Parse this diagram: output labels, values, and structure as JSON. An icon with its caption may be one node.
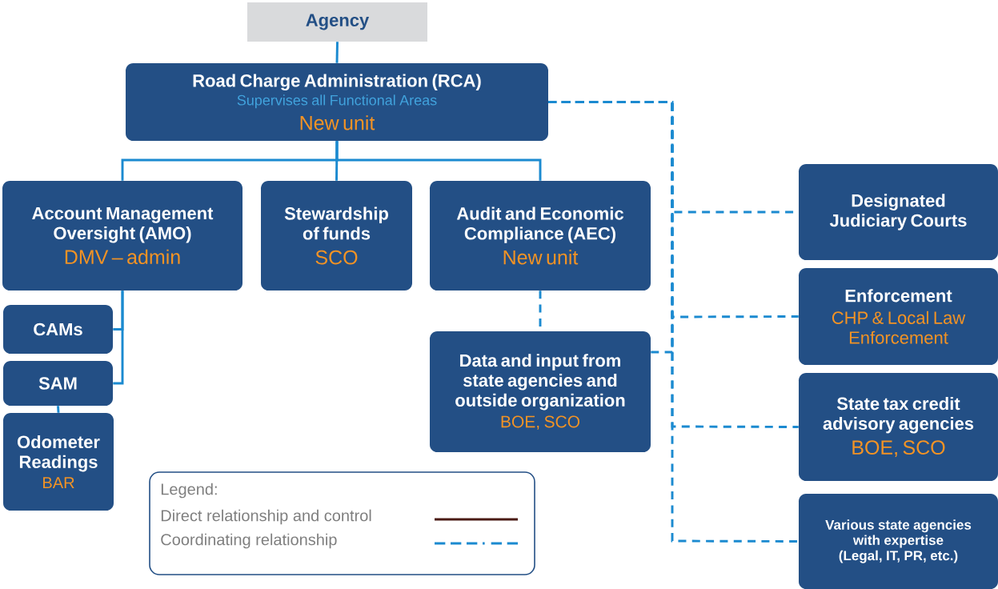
{
  "diagram": {
    "nodes": [
      {
        "text": [
          "Agency"
        ]
      },
      {
        "text": [
          "Road Charge Administration (RCA)",
          "Supervises all Functional Areas",
          "New unit"
        ]
      },
      {
        "text": [
          "Account Management Oversight (AMO)",
          "DMV – admin"
        ]
      },
      {
        "text": [
          "Stewardship of funds",
          "SCO"
        ]
      },
      {
        "text": [
          "Audit and Economic Compliance (AEC)",
          "New unit"
        ]
      },
      {
        "text": [
          "CAMs"
        ]
      },
      {
        "text": [
          "SAM"
        ]
      },
      {
        "text": [
          "Odometer Readings",
          "BAR"
        ]
      },
      {
        "text": [
          "Data and input from state agencies and outside organization",
          "BOE, SCO"
        ]
      },
      {
        "text": [
          "Designated Judiciary Courts"
        ]
      },
      {
        "text": [
          "Enforcement",
          "CHP & Local Law Enforcement"
        ]
      },
      {
        "text": [
          "State tax credit advisory agencies",
          "BOE, SCO"
        ]
      },
      {
        "text": [
          "Various state agencies with expertise (Legal, IT, PR, etc.)"
        ]
      }
    ],
    "edges": [
      {
        "from": 0,
        "to": 1,
        "arrow": "none"
      },
      {
        "from": 1,
        "to": 2,
        "arrow": "none"
      },
      {
        "from": 1,
        "to": 3,
        "arrow": "none"
      },
      {
        "from": 1,
        "to": 4,
        "arrow": "none"
      },
      {
        "from": 2,
        "to": 5,
        "arrow": "none"
      },
      {
        "from": 2,
        "to": 6,
        "arrow": "none"
      },
      {
        "from": 6,
        "to": 7,
        "arrow": "none"
      },
      {
        "from": 4,
        "to": 8,
        "arrow": "none",
        "style": "dashed"
      },
      {
        "from": 1,
        "to": 9,
        "arrow": "none",
        "style": "dashed"
      },
      {
        "from": 1,
        "to": 10,
        "arrow": "none",
        "style": "dashed"
      },
      {
        "from": 1,
        "to": 11,
        "arrow": "none",
        "style": "dashed"
      },
      {
        "from": 1,
        "to": 12,
        "arrow": "none",
        "style": "dashed"
      },
      {
        "from": 8,
        "to": 1,
        "arrow": "none",
        "style": "dashed"
      }
    ],
    "labels": [
      "Legend:"
    ],
    "legend": [
      {
        "text": "Direct relationship and control"
      },
      {
        "text": "Coordinating relationship"
      }
    ]
  }
}
